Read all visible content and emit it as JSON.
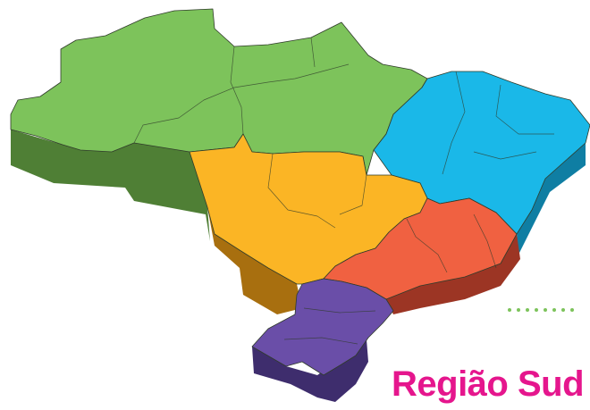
{
  "map": {
    "regions": [
      {
        "id": "norte",
        "color": "#7dc35b",
        "side": "#4f7f35"
      },
      {
        "id": "nordeste",
        "color": "#1ab8e8",
        "side": "#0f7ea3"
      },
      {
        "id": "centro-oeste",
        "color": "#fbb525",
        "side": "#a86f0f"
      },
      {
        "id": "sudeste",
        "color": "#f06141",
        "side": "#9c3524"
      },
      {
        "id": "sul",
        "color": "#6a4ea8",
        "side": "#3e2d6d"
      }
    ]
  },
  "label": {
    "text": "Região Sud",
    "color": "#e5168d",
    "leader_color": "#7dc35b",
    "leader_dots": 8
  }
}
